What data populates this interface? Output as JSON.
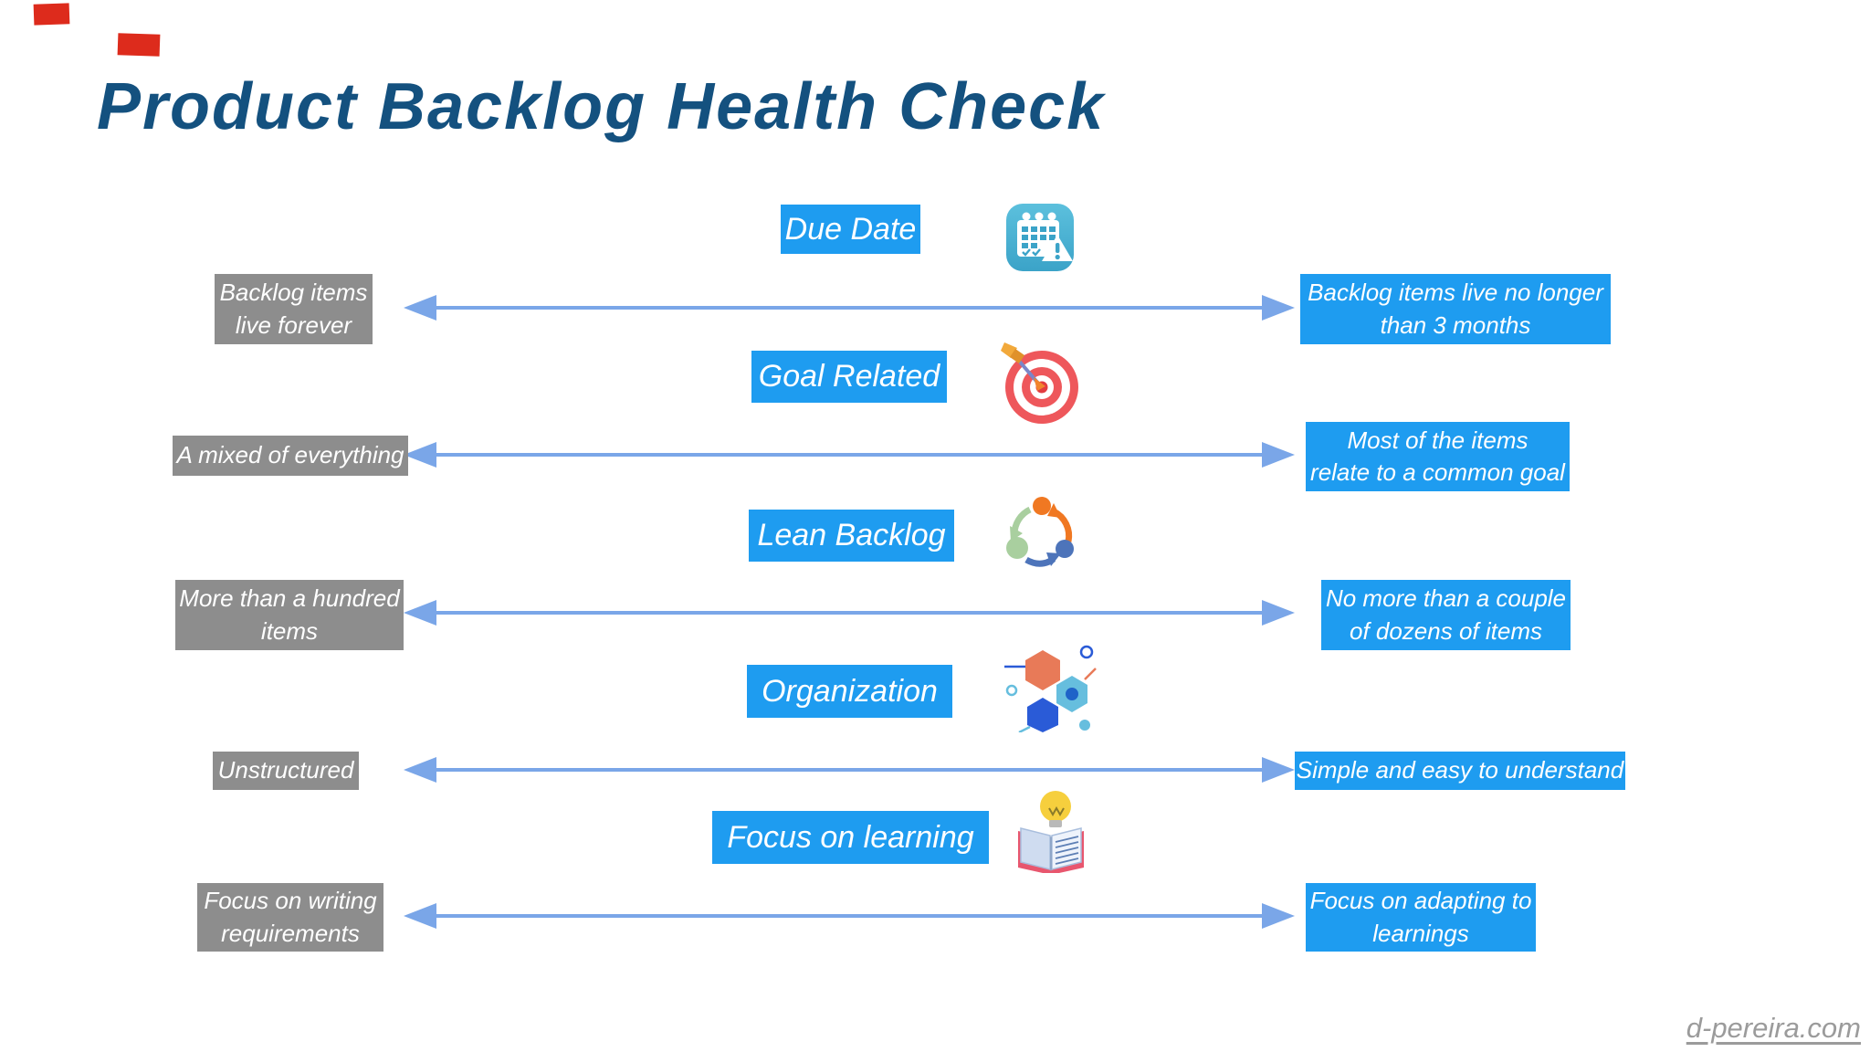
{
  "page": {
    "title": "Product Backlog Health Check",
    "footer_link": "d-pereira.com"
  },
  "colors": {
    "accent_blue": "#1e9cf0",
    "box_gray": "#8d8d8d",
    "arrow_blue": "#7aa6e8",
    "title_blue": "#14517f",
    "footer_gray": "#9b9b9b",
    "red_mark": "#dd2b1c"
  },
  "rows": [
    {
      "category": "Due Date",
      "icon": "calendar-warning-icon",
      "left": "Backlog items\nlive forever",
      "right": "Backlog items live no longer\nthan 3 months"
    },
    {
      "category": "Goal Related",
      "icon": "target-icon",
      "left": "A mixed of everything",
      "right": "Most of the items\nrelate to a common goal"
    },
    {
      "category": "Lean Backlog",
      "icon": "cycle-icon",
      "left": "More than a hundred\nitems",
      "right": "No more than a couple\nof dozens of items"
    },
    {
      "category": "Organization",
      "icon": "hexagons-icon",
      "left": "Unstructured",
      "right": "Simple and easy to understand"
    },
    {
      "category": "Focus on learning",
      "icon": "book-bulb-icon",
      "left": "Focus on writing\nrequirements",
      "right": "Focus on adapting to\nlearnings"
    }
  ]
}
